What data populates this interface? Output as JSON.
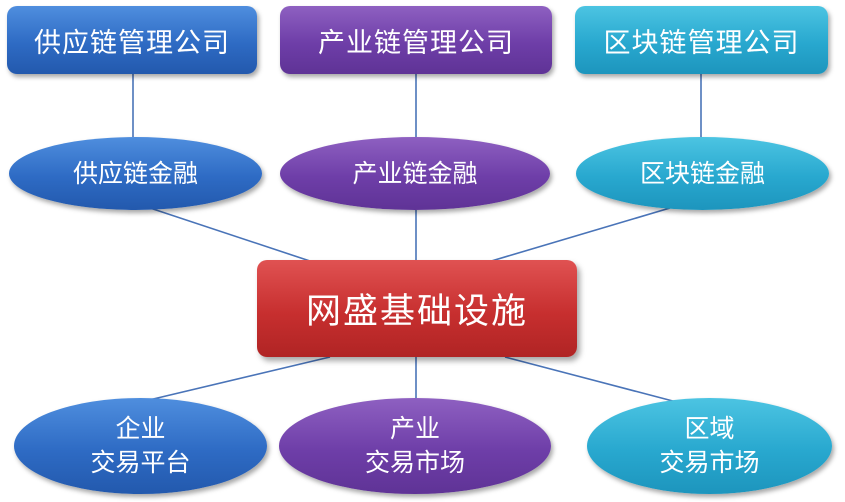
{
  "companies": [
    {
      "label": "供应链管理公司",
      "color": "#2e6bc4"
    },
    {
      "label": "产业链管理公司",
      "color": "#6e3ea8"
    },
    {
      "label": "区块链管理公司",
      "color": "#28a8cf"
    }
  ],
  "finance": [
    {
      "label": "供应链金融",
      "color": "#2e6bc4"
    },
    {
      "label": "产业链金融",
      "color": "#6e3ea8"
    },
    {
      "label": "区块链金融",
      "color": "#28a8cf"
    }
  ],
  "core": {
    "label": "网盛基础设施",
    "color": "#c72f2f"
  },
  "markets": [
    {
      "line1": "企业",
      "line2": "交易平台",
      "color": "#2e6bc4"
    },
    {
      "line1": "产业",
      "line2": "交易市场",
      "color": "#6e3ea8"
    },
    {
      "line1": "区域",
      "line2": "交易市场",
      "color": "#28a8cf"
    }
  ],
  "connector_color": "#4a74b8"
}
